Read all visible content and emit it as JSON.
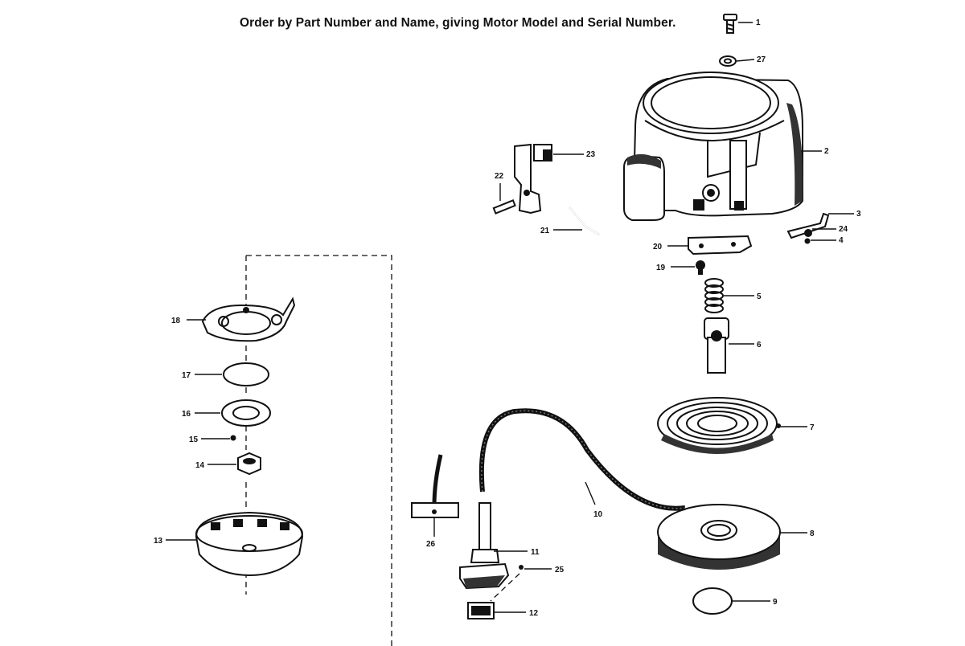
{
  "header": {
    "instruction": "Order by Part Number and Name, giving Motor Model and Serial Number."
  },
  "callouts": [
    {
      "id": "c1",
      "number": "1"
    },
    {
      "id": "c27",
      "number": "27"
    },
    {
      "id": "c2",
      "number": "2"
    },
    {
      "id": "c23",
      "number": "23"
    },
    {
      "id": "c22",
      "number": "22"
    },
    {
      "id": "c21",
      "number": "21"
    },
    {
      "id": "c3",
      "number": "3"
    },
    {
      "id": "c24",
      "number": "24"
    },
    {
      "id": "c4",
      "number": "4"
    },
    {
      "id": "c20",
      "number": "20"
    },
    {
      "id": "c19",
      "number": "19"
    },
    {
      "id": "c5",
      "number": "5"
    },
    {
      "id": "c6",
      "number": "6"
    },
    {
      "id": "c7",
      "number": "7"
    },
    {
      "id": "c8",
      "number": "8"
    },
    {
      "id": "c9",
      "number": "9"
    },
    {
      "id": "c10",
      "number": "10"
    },
    {
      "id": "c11",
      "number": "11"
    },
    {
      "id": "c25",
      "number": "25"
    },
    {
      "id": "c12",
      "number": "12"
    },
    {
      "id": "c26",
      "number": "26"
    },
    {
      "id": "c18",
      "number": "18"
    },
    {
      "id": "c17",
      "number": "17"
    },
    {
      "id": "c16",
      "number": "16"
    },
    {
      "id": "c15",
      "number": "15"
    },
    {
      "id": "c14",
      "number": "14"
    },
    {
      "id": "c13",
      "number": "13"
    }
  ]
}
